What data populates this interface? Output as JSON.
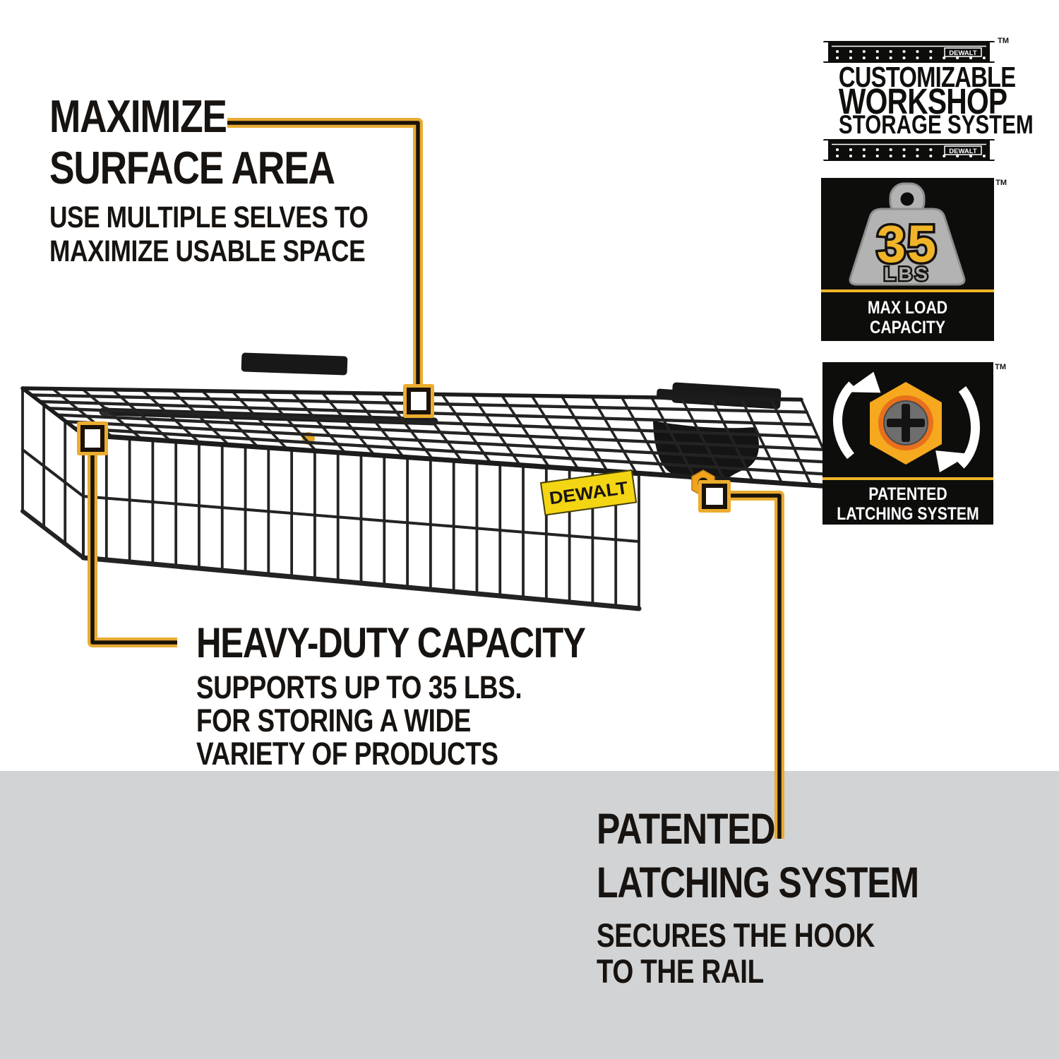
{
  "colors": {
    "accent_yellow": "#e8ab32",
    "marker_yellow": "#ecac2e",
    "ink": "#171310",
    "badge_black": "#0d0d0c",
    "divider_yellow": "#f0b429",
    "gray_band": "#d2d3d4",
    "weight_gray": "#b3b3b3",
    "dewalt_label_yellow": "#f3d513",
    "hex_nut_yellow": "#f6a81e",
    "hex_ring_orange": "#e8701c",
    "wire_black": "#232323"
  },
  "callout_maximize": {
    "title_line1": "MAXIMIZE",
    "title_line2": "SURFACE AREA",
    "body_line1": "USE MULTIPLE SELVES TO",
    "body_line2": "MAXIMIZE USABLE SPACE"
  },
  "callout_capacity": {
    "title_line1": "HEAVY-DUTY CAPACITY",
    "body_line1": "SUPPORTS UP TO 35 LBS.",
    "body_line2": "FOR STORING A WIDE",
    "body_line3": "VARIETY OF PRODUCTS"
  },
  "callout_latch": {
    "title_line1": "PATENTED",
    "title_line2": "LATCHING SYSTEM",
    "body_line1": "SECURES THE HOOK",
    "body_line2": "TO THE RAIL"
  },
  "badge_storage": {
    "tm": "TM",
    "line1": "CUSTOMIZABLE",
    "line2": "WORKSHOP",
    "line3": "STORAGE SYSTEM",
    "rail_brand": "DEWALT"
  },
  "badge_max_load": {
    "tm": "TM",
    "value": "35",
    "unit": "LBS",
    "label_line1": "MAX LOAD",
    "label_line2": "CAPACITY"
  },
  "badge_latch": {
    "tm": "TM",
    "label_line1": "PATENTED",
    "label_line2": "LATCHING SYSTEM"
  },
  "product": {
    "label": "DEWALT"
  }
}
